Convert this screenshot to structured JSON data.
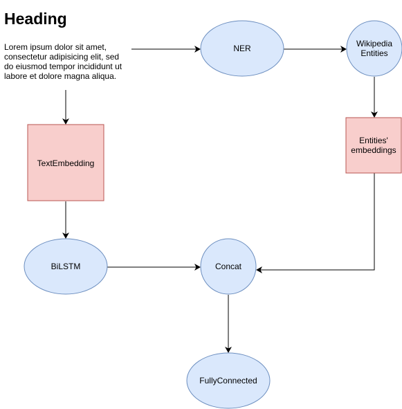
{
  "text_block": {
    "heading": "Heading",
    "body": "Lorem ipsum dolor sit amet, consectetur adipisicing elit, sed do eiusmod tempor incididunt ut labore et dolore magna aliqua."
  },
  "nodes": {
    "ner": {
      "label": "NER"
    },
    "wikipedia_entities": {
      "line1": "Wikipedia",
      "line2": "Entities"
    },
    "text_embedding": {
      "label": "TextEmbedding"
    },
    "entities_embeddings": {
      "line1": "Entities'",
      "line2": "embeddings"
    },
    "bilstm": {
      "label": "BiLSTM"
    },
    "concat": {
      "label": "Concat"
    },
    "fully_connected": {
      "label": "FullyConnected"
    }
  },
  "colors": {
    "ellipse_fill": "#dae8fc",
    "ellipse_stroke": "#6c8ebf",
    "rect_fill": "#f8cecc",
    "rect_stroke": "#b85450",
    "edge": "#000000"
  }
}
